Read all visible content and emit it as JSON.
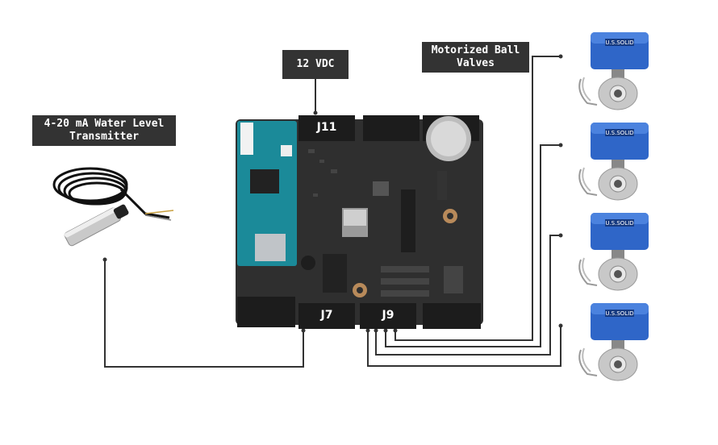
{
  "labels": {
    "power": "12 VDC",
    "valves": "Motorized Ball\nValves",
    "transmitter": "4-20 mA Water Level\nTransmitter"
  },
  "connectors": {
    "j11": "J11",
    "j7": "J7",
    "j9": "J9"
  },
  "valve_brand": "U.S.SOLID",
  "colors": {
    "label_bg": "#333333",
    "board": "#2f2f2f",
    "connector": "#1c1c1c",
    "valve_blue": "#2f66c8",
    "arduino_teal": "#1b8a99",
    "wire": "#333333"
  }
}
